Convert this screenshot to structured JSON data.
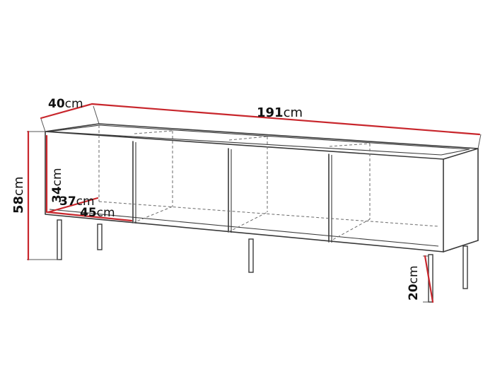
{
  "dimensions": {
    "width": {
      "value": "191",
      "unit": "cm"
    },
    "depth": {
      "value": "40",
      "unit": "cm"
    },
    "height": {
      "value": "58",
      "unit": "cm"
    },
    "leg_height": {
      "value": "20",
      "unit": "cm"
    },
    "compartment_height": {
      "value": "34",
      "unit": "cm"
    },
    "compartment_depth": {
      "value": "37",
      "unit": "cm"
    },
    "compartment_width": {
      "value": "45",
      "unit": "cm"
    }
  },
  "colors": {
    "outline": "#3a3a3a",
    "dimension_line": "#c8262c"
  }
}
